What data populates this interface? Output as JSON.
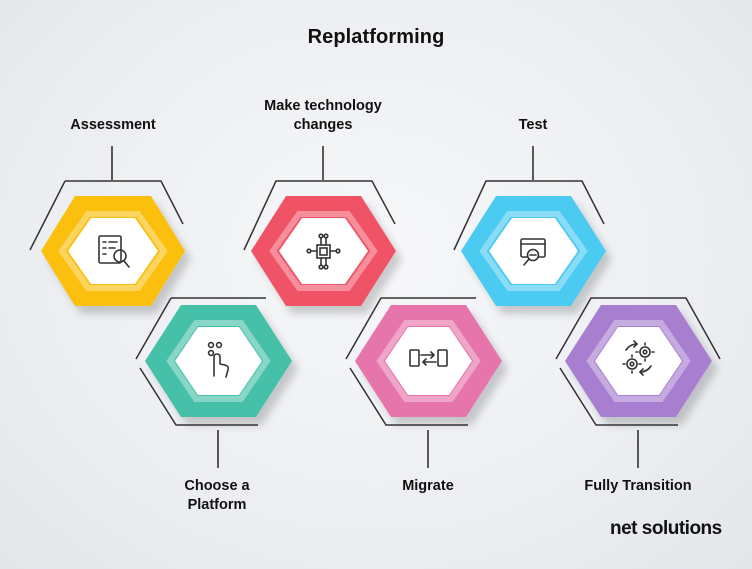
{
  "title": "Replatforming",
  "steps": [
    {
      "label": "Assessment",
      "color": "#fbbf11",
      "icon": "document-analysis-icon"
    },
    {
      "label": "Choose a Platform",
      "color": "#47c0a9",
      "icon": "hand-touch-icon"
    },
    {
      "label": "Make technology changes",
      "color": "#f15266",
      "icon": "chip-circuit-icon"
    },
    {
      "label": "Migrate",
      "color": "#e574ab",
      "icon": "migrate-arrows-icon"
    },
    {
      "label": "Test",
      "color": "#4ccaf2",
      "icon": "browser-test-icon"
    },
    {
      "label": "Fully Transition",
      "color": "#a87fd0",
      "icon": "gears-cycle-icon"
    }
  ],
  "brand": {
    "name": "net solutions"
  }
}
